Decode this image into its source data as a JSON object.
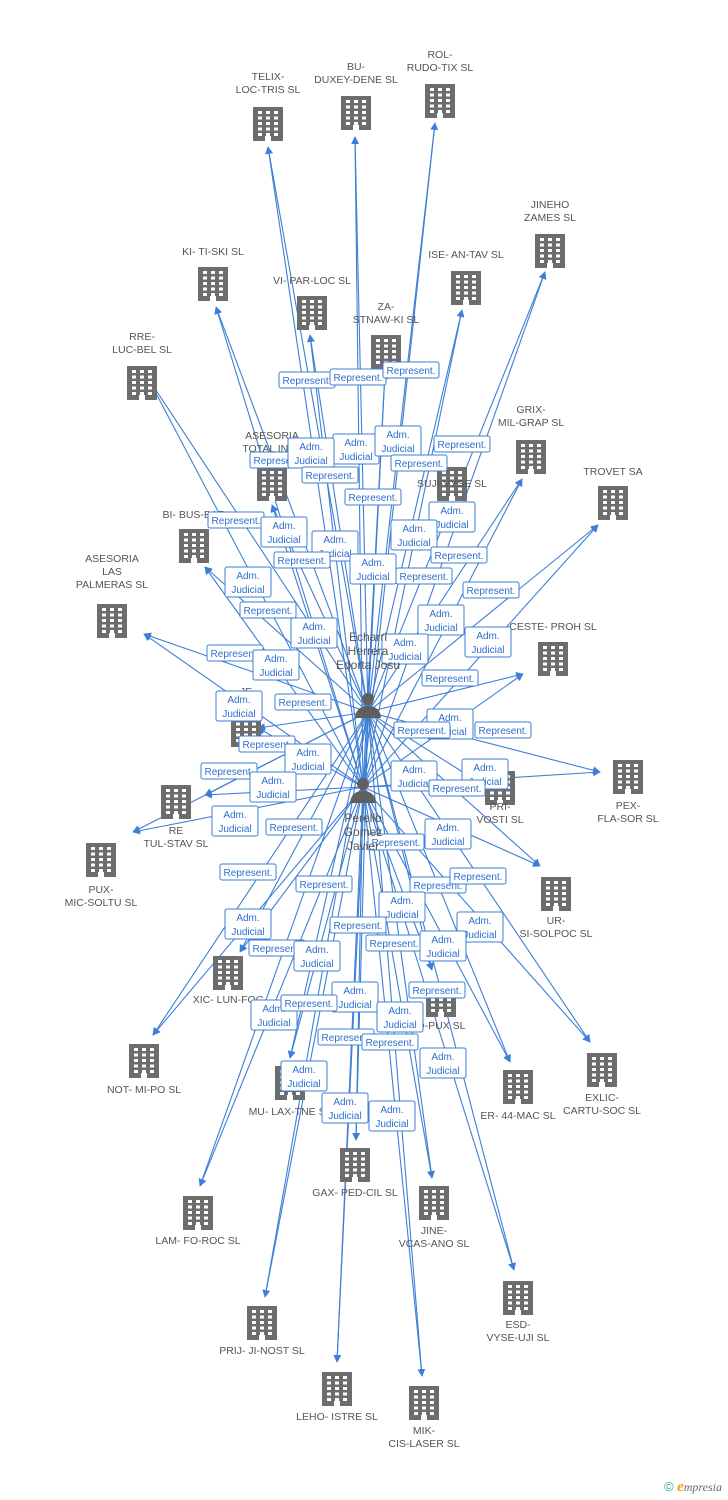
{
  "persons": [
    {
      "id": "p1",
      "name_lines": [
        "Echarri",
        "Herrera",
        "Edorta Josu"
      ]
    },
    {
      "id": "p2",
      "name_lines": [
        "Perello",
        "Gomez",
        "Javier"
      ]
    }
  ],
  "companies": [
    {
      "id": "c1",
      "lines": [
        "TELIX-",
        "LOC-TRIS SL"
      ]
    },
    {
      "id": "c2",
      "lines": [
        "BU-",
        "DUXEY-DENE SL"
      ]
    },
    {
      "id": "c3",
      "lines": [
        "ROL-",
        "RUDO-TIX SL"
      ]
    },
    {
      "id": "c4",
      "lines": [
        "JINEHO",
        "ZAMES SL"
      ]
    },
    {
      "id": "c5",
      "lines": [
        "KI- TI-SKI SL"
      ]
    },
    {
      "id": "c6",
      "lines": [
        "VI- PAR-LOC SL"
      ]
    },
    {
      "id": "c7",
      "lines": [
        "ISE- AN-TAV SL"
      ]
    },
    {
      "id": "c8",
      "lines": [
        "ZA-",
        "STNAW-KI SL"
      ]
    },
    {
      "id": "c9",
      "lines": [
        "RRE-",
        "LUC-BEL SL"
      ]
    },
    {
      "id": "c10",
      "lines": [
        "GRIX-",
        "MIL-GRAP SL"
      ]
    },
    {
      "id": "c11",
      "lines": [
        "ASESORIA",
        "TOTAL INTE"
      ]
    },
    {
      "id": "c12",
      "lines": [
        "SUJI-VYSE SL"
      ]
    },
    {
      "id": "c13",
      "lines": [
        "TROVET SA"
      ]
    },
    {
      "id": "c14",
      "lines": [
        "BI- BUS-BAR"
      ]
    },
    {
      "id": "c15",
      "lines": [
        "ASESORIA",
        "LAS",
        "PALMERAS SL"
      ]
    },
    {
      "id": "c16",
      "lines": [
        "CESTE- PROH SL"
      ]
    },
    {
      "id": "c17",
      "lines": [
        "JE",
        "SL"
      ]
    },
    {
      "id": "c18",
      "lines": [
        "PEX-",
        "FLA-SOR SL"
      ]
    },
    {
      "id": "c19",
      "lines": [
        "PRI-",
        "VOSTI SL"
      ]
    },
    {
      "id": "c20",
      "lines": [
        "RE",
        "TUL-STAV SL"
      ]
    },
    {
      "id": "c21",
      "lines": [
        "PUX-",
        "MIC-SOLTU SL"
      ]
    },
    {
      "id": "c22",
      "lines": [
        "UR-",
        "SI-SOLPOC SL"
      ]
    },
    {
      "id": "c23",
      "lines": [
        "XIC- LUN-FOC"
      ]
    },
    {
      "id": "c24",
      "lines": [
        "O-PUX SL"
      ]
    },
    {
      "id": "c25",
      "lines": [
        "NOT- MI-PO SL"
      ]
    },
    {
      "id": "c26",
      "lines": [
        "EXLIC-",
        "CARTU-SOC SL"
      ]
    },
    {
      "id": "c27",
      "lines": [
        "MU- LAX-TNE SL"
      ]
    },
    {
      "id": "c28",
      "lines": [
        "ER- 44-MAC SL"
      ]
    },
    {
      "id": "c29",
      "lines": [
        "GAX- PED-CIL SL"
      ]
    },
    {
      "id": "c30",
      "lines": [
        "LAM- FO-ROC SL"
      ]
    },
    {
      "id": "c31",
      "lines": [
        "JINE-",
        "VCAS-ANO SL"
      ]
    },
    {
      "id": "c32",
      "lines": [
        "ESD-",
        "VYSE-UJI SL"
      ]
    },
    {
      "id": "c33",
      "lines": [
        "PRIJ- JI-NOST SL"
      ]
    },
    {
      "id": "c34",
      "lines": [
        "LEHO- ISTRE SL"
      ]
    },
    {
      "id": "c35",
      "lines": [
        "MIK-",
        "CIS-LASER SL"
      ]
    }
  ],
  "relation_labels": {
    "represent": "Represent.",
    "adm_line1": "Adm.",
    "adm_line2": "Judicial"
  },
  "colors": {
    "edge": "#3d7fd6",
    "building": "#6d6d6d",
    "person": "#5f5f5f",
    "label": "#555555"
  },
  "icons": {
    "company": "building-icon",
    "person": "person-icon"
  },
  "brand": {
    "copyright": "©",
    "initial": "e",
    "name": "mpresia"
  }
}
